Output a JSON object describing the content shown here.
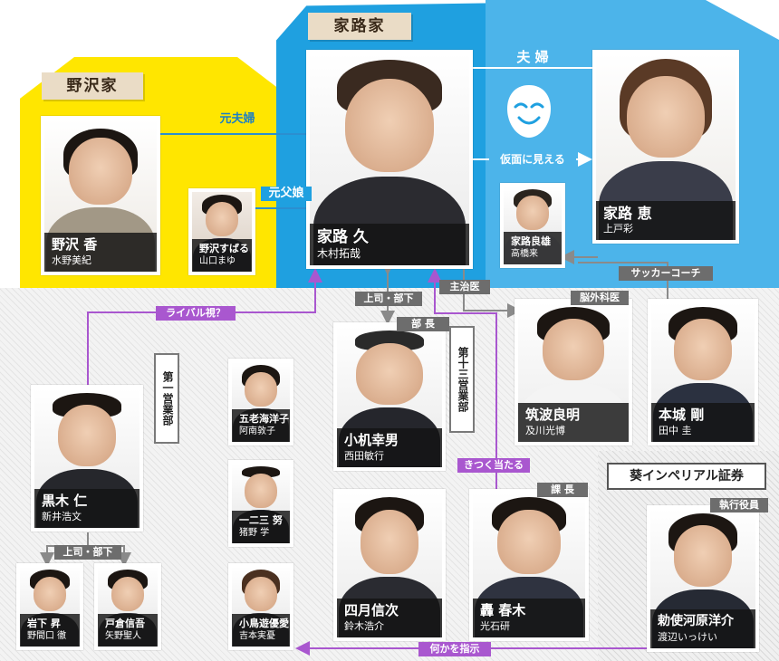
{
  "families": {
    "nozawa": "野沢家",
    "ieji": "家路家",
    "aoi": "葵インペリアル証券"
  },
  "relations": {
    "ex_spouse": "元夫婦",
    "father_daughter": "元父娘",
    "spouse": "夫 婦",
    "mask_seen": "仮面に見える",
    "soccer_coach": "サッカーコーチ",
    "attending": "主治医",
    "boss_sub_1": "上司・部下",
    "boss_sub_2": "上司・部下",
    "rival": "ライバル視？",
    "harsh": "きつく当たる",
    "instruct": "何かを指示",
    "dept13": "第十三営業部",
    "dept1": "第一営業部",
    "neuro": "脳外科医",
    "bucho": "部 長",
    "kacho": "課 長",
    "exec": "執行役員"
  },
  "people": {
    "kaori": {
      "name": "野沢 香",
      "actor": "水野美紀"
    },
    "subaru": {
      "name": "野沢すばる",
      "actor": "山口まゆ"
    },
    "hisashi": {
      "name": "家路 久",
      "actor": "木村拓哉"
    },
    "yoshio": {
      "name": "家路良雄",
      "actor": "高橋来"
    },
    "megumi": {
      "name": "家路 恵",
      "actor": "上戸彩"
    },
    "tsukuba": {
      "name": "筑波良明",
      "actor": "及川光博"
    },
    "honjo": {
      "name": "本城 剛",
      "actor": "田中 圭"
    },
    "kuroki": {
      "name": "黒木 仁",
      "actor": "新井浩文"
    },
    "iwashita": {
      "name": "岩下 昇",
      "actor": "野間口 徹"
    },
    "tokura": {
      "name": "戸倉信吾",
      "actor": "矢野聖人"
    },
    "goroumi": {
      "name": "五老海洋子",
      "actor": "阿南敦子"
    },
    "ichinisan": {
      "name": "一二三 努",
      "actor": "猪野 学"
    },
    "kotori": {
      "name": "小鳥遊優愛",
      "actor": "吉本実憂"
    },
    "kozukue": {
      "name": "小机幸男",
      "actor": "西田敏行"
    },
    "shigatsu": {
      "name": "四月信次",
      "actor": "鈴木浩介"
    },
    "todoroki": {
      "name": "轟 春木",
      "actor": "光石研"
    },
    "teshigawara": {
      "name": "勅使河原洋介",
      "actor": "渡辺いっけい"
    }
  },
  "colors": {
    "nozawa_bg": "#ffe600",
    "ieji_bg": "#1fa0e0",
    "ieji_light": "#4cb4ea",
    "line_blue": "#2b8fd0",
    "line_purple": "#a957cf",
    "line_grey": "#8a8a8a",
    "tag_beige": "#eadcc6"
  },
  "icons": {
    "mask": "smiling-mask-icon"
  }
}
